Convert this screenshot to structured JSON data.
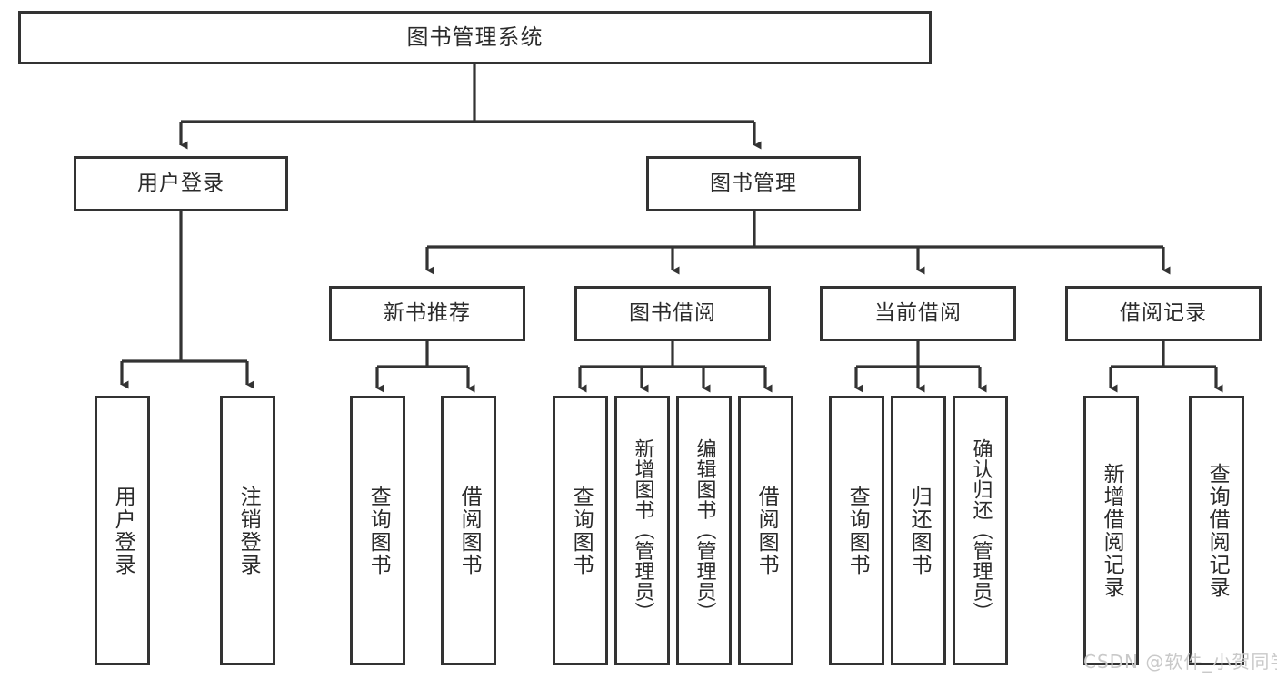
{
  "diagram": {
    "title": "图书管理系统",
    "type": "hierarchy-tree",
    "root": {
      "id": "root",
      "label": "图书管理系统"
    },
    "level2": [
      {
        "id": "user-login",
        "label": "用户登录"
      },
      {
        "id": "book-manage",
        "label": "图书管理"
      }
    ],
    "level3": [
      {
        "id": "new-book-recommend",
        "label": "新书推荐"
      },
      {
        "id": "book-borrow",
        "label": "图书借阅"
      },
      {
        "id": "current-borrow",
        "label": "当前借阅"
      },
      {
        "id": "borrow-record",
        "label": "借阅记录"
      }
    ],
    "leaves": {
      "user_login": [
        {
          "id": "leaf-user-login",
          "label": "用户登录"
        },
        {
          "id": "leaf-logout-login",
          "label": "注销登录"
        }
      ],
      "new_book_recommend": [
        {
          "id": "leaf-query-book-1",
          "label": "查询图书"
        },
        {
          "id": "leaf-borrow-book-1",
          "label": "借阅图书"
        }
      ],
      "book_borrow": [
        {
          "id": "leaf-query-book-2",
          "label": "查询图书"
        },
        {
          "id": "leaf-add-book",
          "label": "新增图书（管理员）"
        },
        {
          "id": "leaf-edit-book",
          "label": "编辑图书（管理员）"
        },
        {
          "id": "leaf-borrow-book-2",
          "label": "借阅图书"
        }
      ],
      "current_borrow": [
        {
          "id": "leaf-query-book-3",
          "label": "查询图书"
        },
        {
          "id": "leaf-return-book",
          "label": "归还图书"
        },
        {
          "id": "leaf-confirm-return",
          "label": "确认归还（管理员）"
        }
      ],
      "borrow_record": [
        {
          "id": "leaf-add-record",
          "label": "新增借阅记录"
        },
        {
          "id": "leaf-query-record",
          "label": "查询借阅记录"
        }
      ]
    }
  },
  "watermark": {
    "text": "CSDN @软件_小贺同学"
  },
  "colors": {
    "border": "#333333",
    "background": "#ffffff",
    "text": "#2b2b2b",
    "watermark": "#c9c9c9"
  }
}
